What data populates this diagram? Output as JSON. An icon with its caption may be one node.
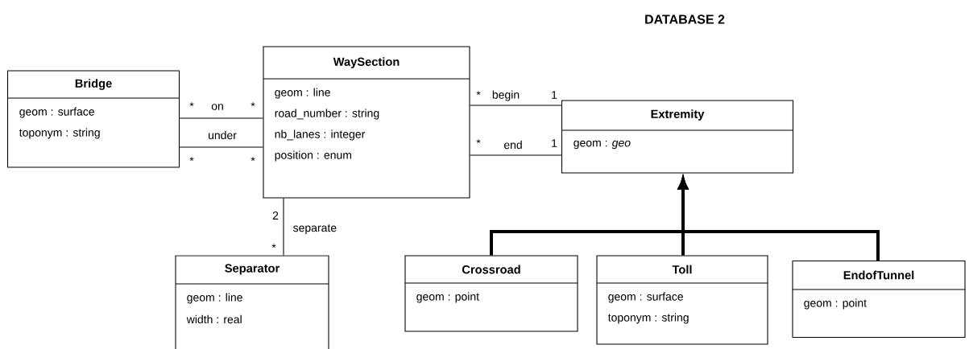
{
  "diagram": {
    "title": "DATABASE 2",
    "nodes": [
      {
        "text": [
          "Bridge",
          "geom : surface",
          "toponym : string"
        ]
      },
      {
        "text": [
          "WaySection",
          "geom : line",
          "road_number : string",
          "nb_lanes : integer",
          "position : enum"
        ]
      },
      {
        "text": [
          "Extremity",
          "geom : *geo*"
        ]
      },
      {
        "text": [
          "Separator",
          "geom : line",
          "width : real"
        ]
      },
      {
        "text": [
          "Crossroad",
          "geom : point"
        ]
      },
      {
        "text": [
          "Toll",
          "geom : surface",
          "toponym : string"
        ]
      },
      {
        "text": [
          "EndofTunnel",
          "geom : point"
        ]
      }
    ],
    "edges": [
      {
        "from": 0,
        "to": 1,
        "arrow": "none",
        "label": "on"
      },
      {
        "from": 0,
        "to": 1,
        "arrow": "none",
        "label": "under"
      },
      {
        "from": 1,
        "to": 2,
        "arrow": "none",
        "label": "begin"
      },
      {
        "from": 1,
        "to": 2,
        "arrow": "none",
        "label": "end"
      },
      {
        "from": 1,
        "to": 3,
        "arrow": "none",
        "label": "separate"
      },
      {
        "from": 4,
        "to": 2,
        "arrow": "to",
        "style": "thick"
      },
      {
        "from": 5,
        "to": 2,
        "arrow": "to",
        "style": "thick"
      },
      {
        "from": 6,
        "to": 2,
        "arrow": "to",
        "style": "thick"
      }
    ],
    "labels": [
      "*",
      "*",
      "*",
      "*",
      "*",
      "1",
      "*",
      "1",
      "2",
      "*"
    ]
  }
}
